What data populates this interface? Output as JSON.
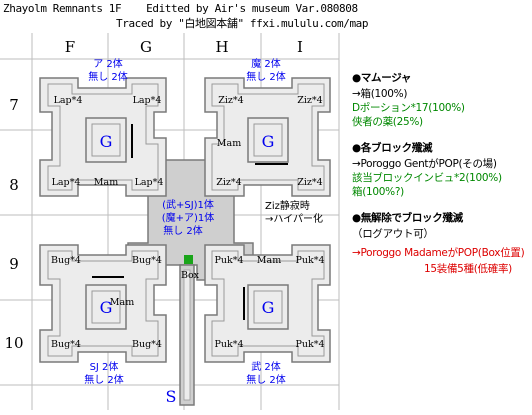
{
  "header": {
    "line1": "Zhayolm Remnants 1F    Editted by Air's museum Var.080808",
    "line2": "Traced by \"白地図本舗\" ffxi.mululu.com/map"
  },
  "grid": {
    "columns": [
      "F",
      "G",
      "H",
      "I"
    ],
    "rows": [
      "7",
      "8",
      "9",
      "10"
    ]
  },
  "spawns": {
    "lap_nw": "Lap*4",
    "lap_ne": "Lap*4",
    "lap_sw": "Lap*4",
    "lap_se": "Lap*4",
    "ziz_nw": "Ziz*4",
    "ziz_ne": "Ziz*4",
    "ziz_sw": "Ziz*4",
    "ziz_se": "Ziz*4",
    "bug_nw": "Bug*4",
    "bug_ne": "Bug*4",
    "bug_sw": "Bug*4",
    "bug_se": "Bug*4",
    "puk_nw": "Puk*4",
    "puk_ne": "Puk*4",
    "puk_sw": "Puk*4",
    "puk_se": "Puk*4",
    "mam_1": "Mam",
    "mam_2": "Mam",
    "mam_3": "Mam",
    "mam_4": "Mam"
  },
  "markers": {
    "g_nw": "G",
    "g_ne": "G",
    "g_sw": "G",
    "g_se": "G",
    "start": "S",
    "box": "Box"
  },
  "counts": {
    "nw_1": "ア 2体",
    "nw_2": "無し 2体",
    "ne_1": "魔 2体",
    "ne_2": "無し 2体",
    "sw_1": "SJ 2体",
    "sw_2": "無し 2体",
    "se_1": "武 2体",
    "se_2": "無し 2体",
    "c_1": "(武+SJ)1体",
    "c_2": "(魔+ア)1体",
    "c_3": "無し 2体"
  },
  "ziz_note": {
    "line1": "Ziz静寂時",
    "line2": "→ハイパー化"
  },
  "notes": [
    {
      "text": "●マムージャ",
      "style": "head"
    },
    {
      "text": "→箱(100%)",
      "style": "sub"
    },
    {
      "text": "Dポーション*17(100%)",
      "style": "green"
    },
    {
      "text": "侠者の薬(25%)",
      "style": "green"
    },
    {
      "text": "●各ブロック殲滅",
      "style": "head"
    },
    {
      "text": "→Poroggo GentがPOP(その場)",
      "style": "sub"
    },
    {
      "text": "該当ブロックインビュ*2(100%)",
      "style": "green"
    },
    {
      "text": "箱(100%?)",
      "style": "green"
    },
    {
      "text": "●無解除でブロック殲滅",
      "style": "head"
    },
    {
      "text": "（ログアウト可）",
      "style": "sub"
    },
    {
      "text": "→Poroggo MadameがPOP(Box位置)",
      "style": "red"
    },
    {
      "text": "15装備5種(低確率)",
      "style": "red"
    }
  ],
  "colors": {
    "grid_line": "#bdbdbd",
    "wall": "#7a7a7a",
    "floor": "#ececec",
    "center_floor": "#cfcfcf",
    "blue_text": "#0000ee",
    "box_marker": "#1aa51a",
    "green_note": "#008800",
    "red_note": "#dd0000"
  }
}
